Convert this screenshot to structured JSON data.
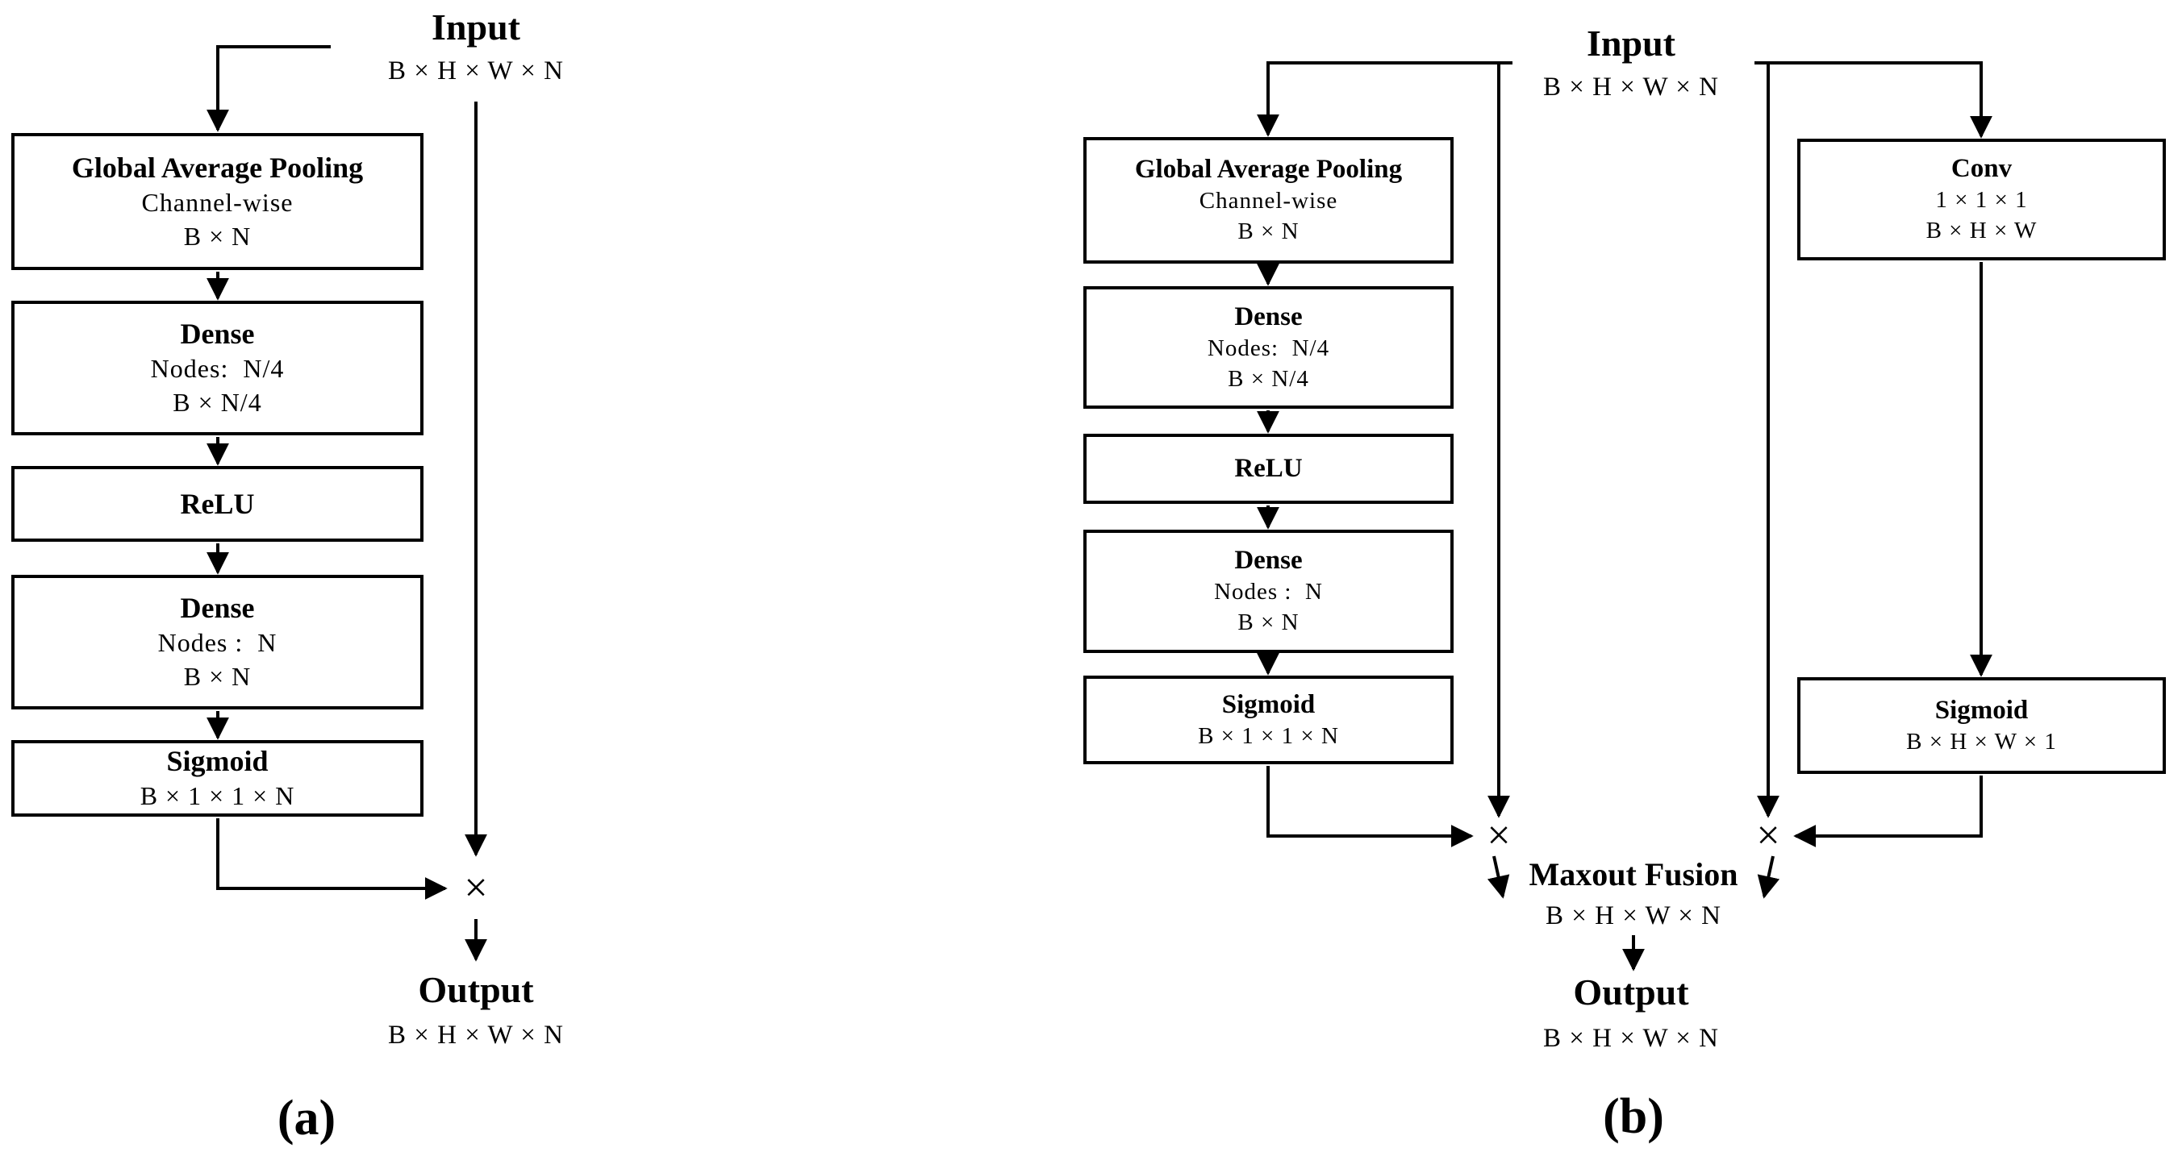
{
  "colors": {
    "ink": "#000000",
    "background": "#ffffff"
  },
  "symbols": {
    "multiply": "×"
  },
  "panel_a": {
    "label": "(a)",
    "input": {
      "title": "Input",
      "shape": "B × H × W × N"
    },
    "boxes": [
      {
        "title": "Global Average Pooling",
        "lines": [
          "Channel-wise",
          "B × N"
        ]
      },
      {
        "title": "Dense",
        "lines": [
          "Nodes:  N/4",
          "B × N/4"
        ]
      },
      {
        "title": "ReLU",
        "lines": []
      },
      {
        "title": "Dense",
        "lines": [
          "Nodes :  N",
          "B × N"
        ]
      },
      {
        "title": "Sigmoid",
        "lines": [
          "B × 1 × 1 × N"
        ]
      }
    ],
    "output": {
      "title": "Output",
      "shape": "B × H × W × N"
    }
  },
  "panel_b": {
    "label": "(b)",
    "input": {
      "title": "Input",
      "shape": "B × H × W × N"
    },
    "left_boxes": [
      {
        "title": "Global Average Pooling",
        "lines": [
          "Channel-wise",
          "B × N"
        ]
      },
      {
        "title": "Dense",
        "lines": [
          "Nodes:  N/4",
          "B × N/4"
        ]
      },
      {
        "title": "ReLU",
        "lines": []
      },
      {
        "title": "Dense",
        "lines": [
          "Nodes :  N",
          "B × N"
        ]
      },
      {
        "title": "Sigmoid",
        "lines": [
          "B × 1 × 1 × N"
        ]
      }
    ],
    "right_boxes": [
      {
        "title": "Conv",
        "lines": [
          "1 × 1 × 1",
          "B × H × W"
        ]
      },
      {
        "title": "Sigmoid",
        "lines": [
          "B × H × W × 1"
        ]
      }
    ],
    "fusion": {
      "title": "Maxout Fusion",
      "shape": "B × H × W × N"
    },
    "output": {
      "title": "Output",
      "shape": "B × H × W × N"
    }
  }
}
